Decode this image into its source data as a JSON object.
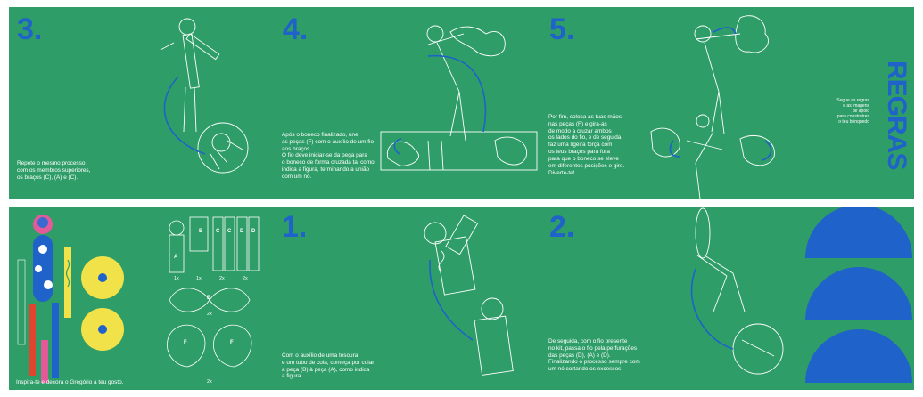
{
  "top_panel": {
    "steps": [
      {
        "number": "3.",
        "caption": "Repete o mesmo processo\ncom os membros superiores,\nos braços (C), (A) e (C)."
      },
      {
        "number": "4.",
        "caption": "Após o boneco finalizado, une\nas peças (F) com o auxílio de um fio\naos braços.\nO fio deve iniciar-se da pega para\no boneco de forma cruzada tal como\nindica a figura, terminando a união\ncom um nó."
      },
      {
        "number": "5.",
        "caption": "Por fim, coloca as tuas mãos\nnas peças (F) e gira-as\nde modo a cruzar ambos\nos lados do fio, e de seguida,\nfaz uma ligeira força com\nos teus braços para fora\npara que o boneco se eleve\nem diferentes posições e gire.\nDiverte-te!"
      }
    ],
    "side_note": "Segue as regras\ne as imagens\nde apoio\npara construíres\no teu brinquedo",
    "vertical_title": "REGRAS"
  },
  "bottom_panel": {
    "inspire_caption": "Inspira-te e decora o Gregório a teu gosto.",
    "pieces": {
      "labels": [
        "B",
        "C",
        "C",
        "D",
        "D",
        "A",
        "E",
        "F",
        "F"
      ],
      "quantities": [
        "1x",
        "1x",
        "2x",
        "2x",
        "2x",
        "2x"
      ]
    },
    "steps": [
      {
        "number": "1.",
        "caption": "Com o auxílio de uma tesoura\ne um tubo de cola, começa por colar\na peça (B) à peça (A), como indica\na figura."
      },
      {
        "number": "2.",
        "caption": "De seguida, com o fio presente\nno kit, passa o fio pela perfurações\ndas peças (D), (A) e (D).\nFinalizando o processo sempre com\num nó cortando os excessos."
      }
    ]
  },
  "colors": {
    "panel_green": "#2e9d68",
    "accent_blue": "#1f62c9",
    "line_white": "#ffffff",
    "yellow": "#f2e24a",
    "pink": "#e25a9a",
    "red": "#e0452f"
  }
}
